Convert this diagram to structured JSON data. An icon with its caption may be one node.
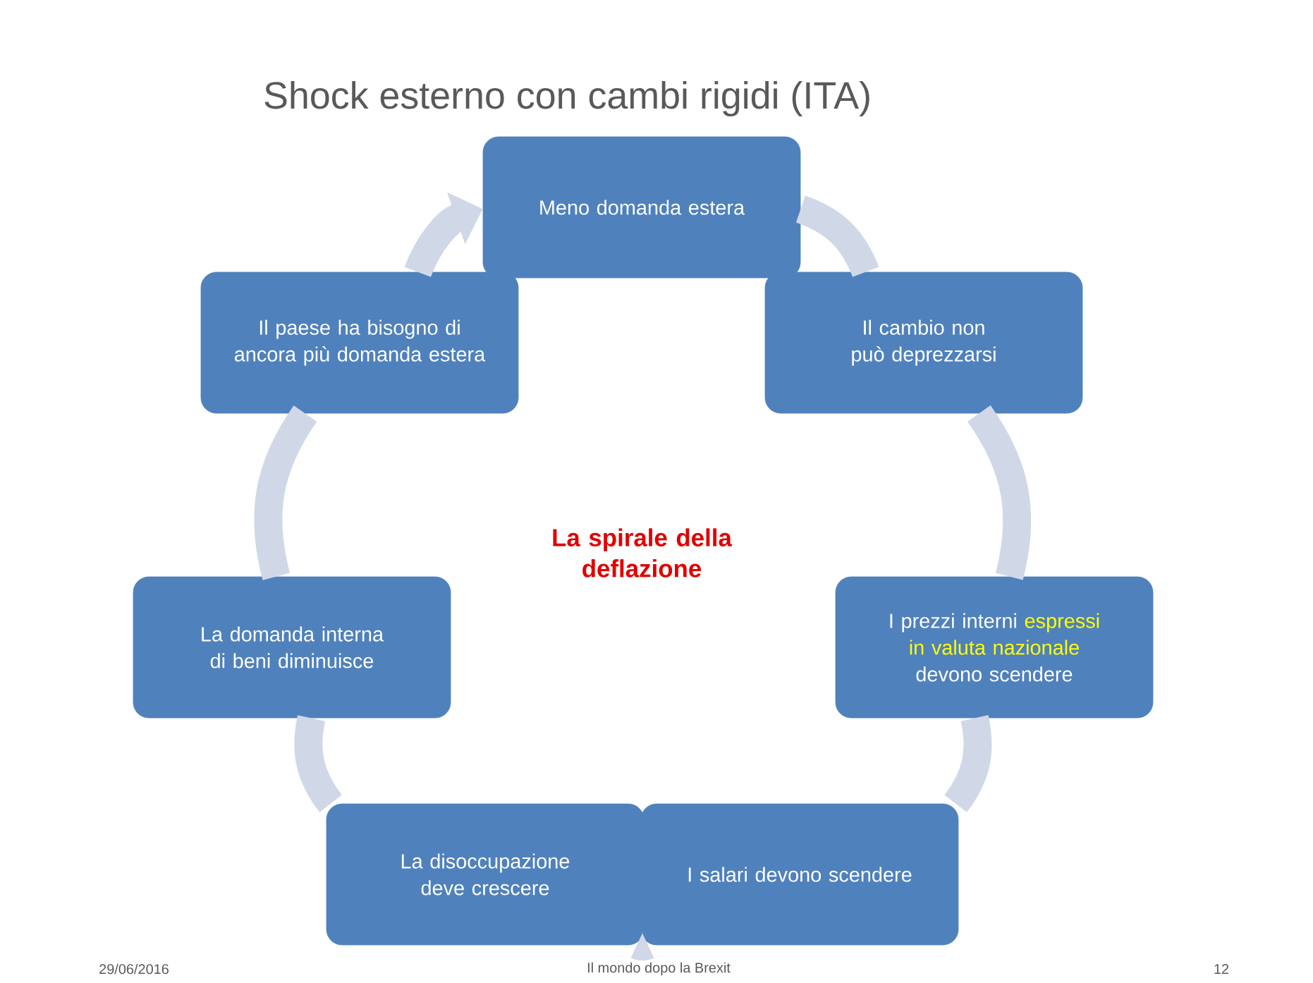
{
  "diagram": {
    "title": "Shock esterno con cambi rigidi (ITA)",
    "nodes": [
      {
        "text": [
          "Meno domanda estera"
        ]
      },
      {
        "text": [
          "Il cambio non può deprezzarsi"
        ]
      },
      {
        "text": [
          "I prezzi interni",
          "espressi in valuta nazionale",
          "devono scendere"
        ]
      },
      {
        "text": [
          "I salari devono scendere"
        ]
      },
      {
        "text": [
          "La disoccupazione deve crescere"
        ]
      },
      {
        "text": [
          "La domanda interna di beni diminuisce"
        ]
      },
      {
        "text": [
          "Il paese ha bisogno di ancora più domanda estera"
        ]
      }
    ],
    "edges": [
      {
        "from": 0,
        "to": 1,
        "arrow": "none"
      },
      {
        "from": 1,
        "to": 2,
        "arrow": "none"
      },
      {
        "from": 2,
        "to": 3,
        "arrow": "none"
      },
      {
        "from": 3,
        "to": 4,
        "arrow": "none"
      },
      {
        "from": 4,
        "to": 5,
        "arrow": "none"
      },
      {
        "from": 5,
        "to": 6,
        "arrow": "none"
      },
      {
        "from": 6,
        "to": 0,
        "arrow": "to"
      }
    ],
    "labels": [
      "La spirale della deflazione",
      "29/06/2016",
      "Il mondo dopo la Brexit",
      "12"
    ]
  }
}
